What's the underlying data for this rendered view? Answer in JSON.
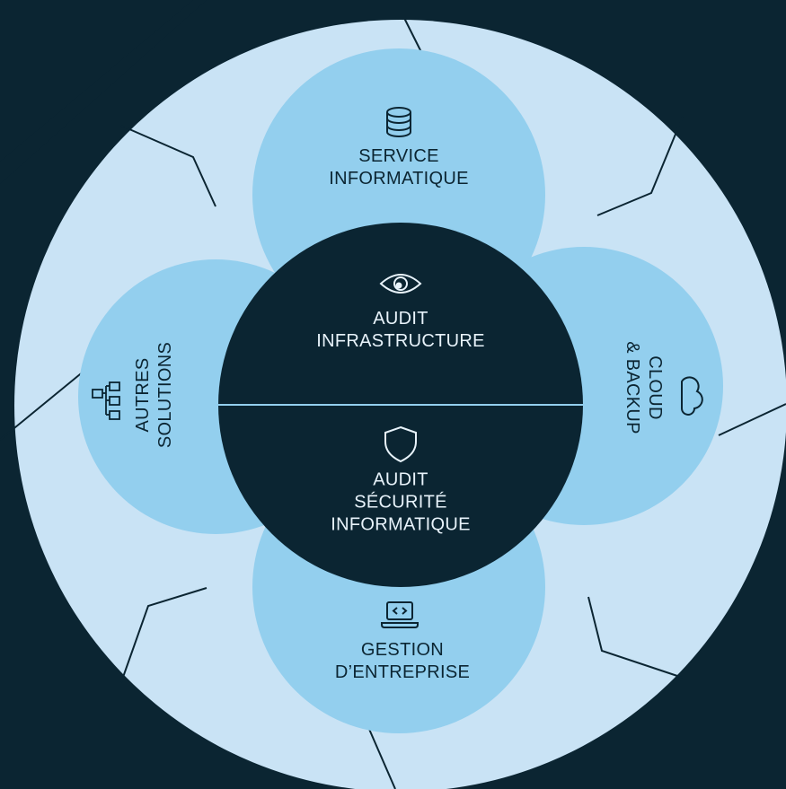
{
  "colors": {
    "background": "#0b2532",
    "outer_ring": "#c9e3f5",
    "petal": "#93cfee",
    "center": "#0b2532",
    "divider": "#93cfee",
    "text_dark": "#0b2532",
    "text_light": "#e8f3fb"
  },
  "segments": {
    "top": {
      "icon": "database-icon",
      "line1": "SERVICE",
      "line2": "INFORMATIQUE"
    },
    "right": {
      "icon": "cloud-icon",
      "line1": "CLOUD",
      "line2": "& BACKUP"
    },
    "bottom": {
      "icon": "laptop-code-icon",
      "line1": "GESTION",
      "line2": "D’ENTREPRISE"
    },
    "left": {
      "icon": "network-icon",
      "line1": "AUTRES",
      "line2": "SOLUTIONS"
    }
  },
  "center": {
    "upper": {
      "icon": "eye-icon",
      "line1": "AUDIT",
      "line2": "INFRASTRUCTURE"
    },
    "lower": {
      "icon": "shield-icon",
      "line1": "AUDIT",
      "line2": "SÉCURITÉ",
      "line3": "INFORMATIQUE"
    }
  }
}
